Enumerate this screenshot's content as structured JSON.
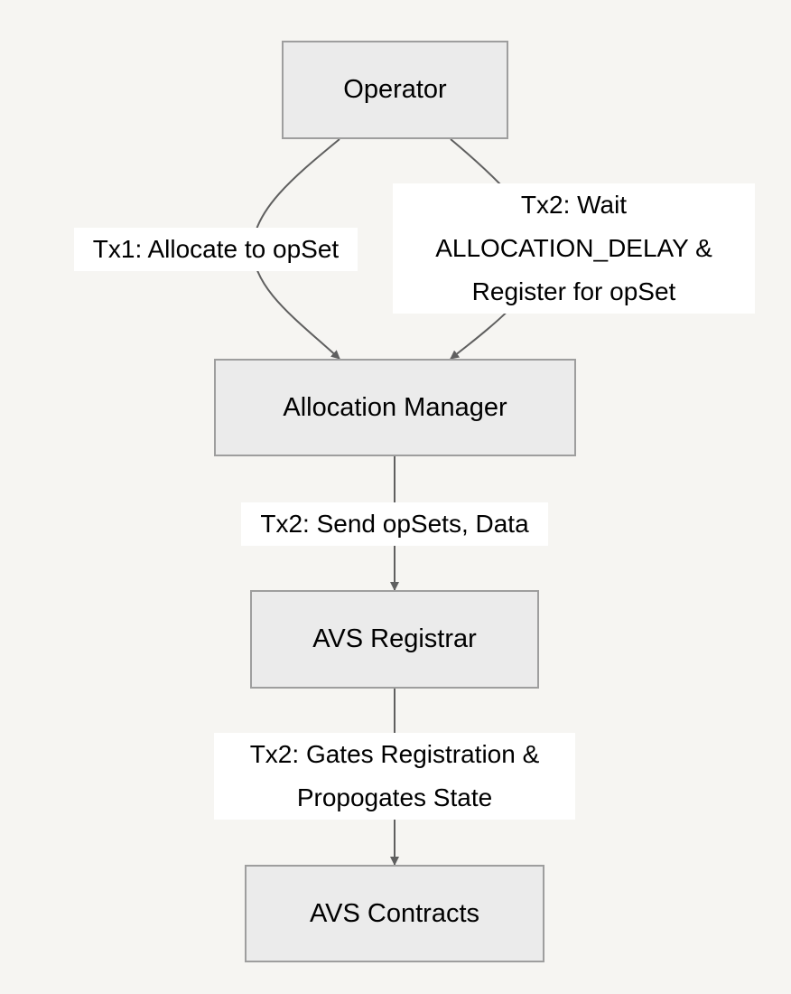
{
  "diagram": {
    "nodes": {
      "operator": "Operator",
      "allocation_manager": "Allocation Manager",
      "avs_registrar": "AVS Registrar",
      "avs_contracts": "AVS Contracts"
    },
    "edges": {
      "tx1_allocate": [
        "Tx1: Allocate to opSet"
      ],
      "tx2_wait_register": [
        "Tx2: Wait",
        "ALLOCATION_DELAY &",
        "Register for opSet"
      ],
      "tx2_send": [
        "Tx2: Send opSets, Data"
      ],
      "tx2_gates": [
        "Tx2: Gates Registration &",
        "Propogates State"
      ]
    },
    "colors": {
      "background": "#f6f5f2",
      "node_fill": "#ebebeb",
      "node_border": "#9e9e9e",
      "edge_stroke": "#5f5f5f",
      "label_fill": "#ffffff",
      "text": "#000000"
    }
  }
}
